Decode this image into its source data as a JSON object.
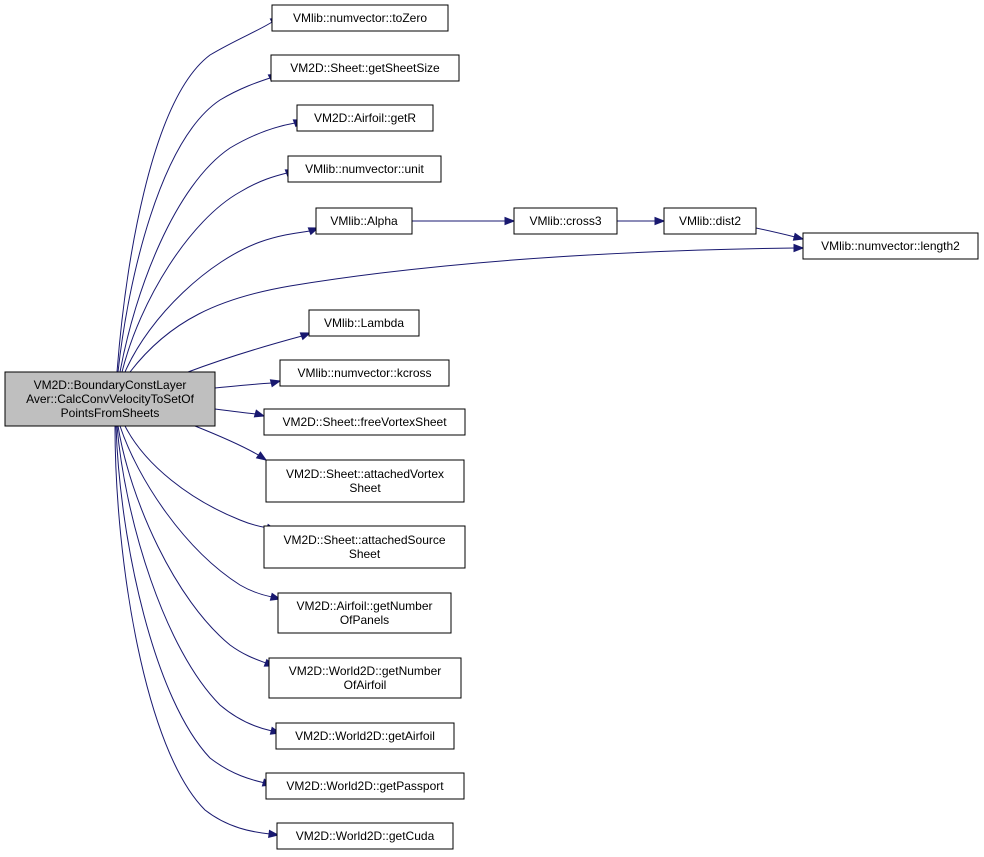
{
  "diagram": {
    "nodes": [
      {
        "id": "root",
        "lines": [
          "VM2D::BoundaryConstLayer",
          "Aver::CalcConvVelocityToSetOf",
          "PointsFromSheets"
        ]
      },
      {
        "id": "toZero",
        "lines": [
          "VMlib::numvector::toZero"
        ]
      },
      {
        "id": "getSheetSize",
        "lines": [
          "VM2D::Sheet::getSheetSize"
        ]
      },
      {
        "id": "getR",
        "lines": [
          "VM2D::Airfoil::getR"
        ]
      },
      {
        "id": "unit",
        "lines": [
          "VMlib::numvector::unit"
        ]
      },
      {
        "id": "alpha",
        "lines": [
          "VMlib::Alpha"
        ]
      },
      {
        "id": "cross3",
        "lines": [
          "VMlib::cross3"
        ]
      },
      {
        "id": "dist2",
        "lines": [
          "VMlib::dist2"
        ]
      },
      {
        "id": "length2",
        "lines": [
          "VMlib::numvector::length2"
        ]
      },
      {
        "id": "lambda",
        "lines": [
          "VMlib::Lambda"
        ]
      },
      {
        "id": "kcross",
        "lines": [
          "VMlib::numvector::kcross"
        ]
      },
      {
        "id": "freeVortexSheet",
        "lines": [
          "VM2D::Sheet::freeVortexSheet"
        ]
      },
      {
        "id": "attachedVortexSheet",
        "lines": [
          "VM2D::Sheet::attachedVortex",
          "Sheet"
        ]
      },
      {
        "id": "attachedSourceSheet",
        "lines": [
          "VM2D::Sheet::attachedSource",
          "Sheet"
        ]
      },
      {
        "id": "getNumberOfPanels",
        "lines": [
          "VM2D::Airfoil::getNumber",
          "OfPanels"
        ]
      },
      {
        "id": "getNumberOfAirfoil",
        "lines": [
          "VM2D::World2D::getNumber",
          "OfAirfoil"
        ]
      },
      {
        "id": "getAirfoil",
        "lines": [
          "VM2D::World2D::getAirfoil"
        ]
      },
      {
        "id": "getPassport",
        "lines": [
          "VM2D::World2D::getPassport"
        ]
      },
      {
        "id": "getCuda",
        "lines": [
          "VM2D::World2D::getCuda"
        ]
      }
    ],
    "edges": [
      {
        "from": "root",
        "to": "toZero"
      },
      {
        "from": "root",
        "to": "getSheetSize"
      },
      {
        "from": "root",
        "to": "getR"
      },
      {
        "from": "root",
        "to": "unit"
      },
      {
        "from": "root",
        "to": "alpha"
      },
      {
        "from": "alpha",
        "to": "cross3"
      },
      {
        "from": "cross3",
        "to": "dist2"
      },
      {
        "from": "dist2",
        "to": "length2"
      },
      {
        "from": "root",
        "to": "length2"
      },
      {
        "from": "root",
        "to": "lambda"
      },
      {
        "from": "root",
        "to": "kcross"
      },
      {
        "from": "root",
        "to": "freeVortexSheet"
      },
      {
        "from": "root",
        "to": "attachedVortexSheet"
      },
      {
        "from": "root",
        "to": "attachedSourceSheet"
      },
      {
        "from": "root",
        "to": "getNumberOfPanels"
      },
      {
        "from": "root",
        "to": "getNumberOfAirfoil"
      },
      {
        "from": "root",
        "to": "getAirfoil"
      },
      {
        "from": "root",
        "to": "getPassport"
      },
      {
        "from": "root",
        "to": "getCuda"
      }
    ],
    "colors": {
      "edge": "#191970",
      "root_fill": "#bfbfbf",
      "node_fill": "#ffffff",
      "node_border": "#000000"
    }
  }
}
